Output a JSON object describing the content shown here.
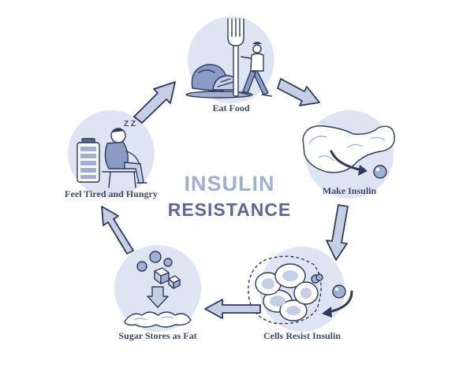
{
  "title": {
    "line1": "INSULIN",
    "line2": "RESISTANCE"
  },
  "stages": {
    "eat_food": "Eat Food",
    "make_insulin": "Make Insulin",
    "cells_resist": "Cells Resist Insulin",
    "sugar_stores": "Sugar Stores as Fat",
    "feel_tired": "Feel Tired and Hungry"
  },
  "sleep_text": "Z Z",
  "colors": {
    "bubble": "#dde4f2",
    "accent_light": "#c4cfe6",
    "accent_mid": "#9fb0d3",
    "accent_dark": "#5a6a98",
    "ink": "#2f3a57"
  },
  "icons": [
    "fork-icon",
    "food-plate-icon",
    "person-icon",
    "pancreas-icon",
    "fat-cells-icon",
    "sugar-cubes-icon",
    "fat-pile-icon",
    "battery-icon",
    "sleeping-person-icon"
  ]
}
